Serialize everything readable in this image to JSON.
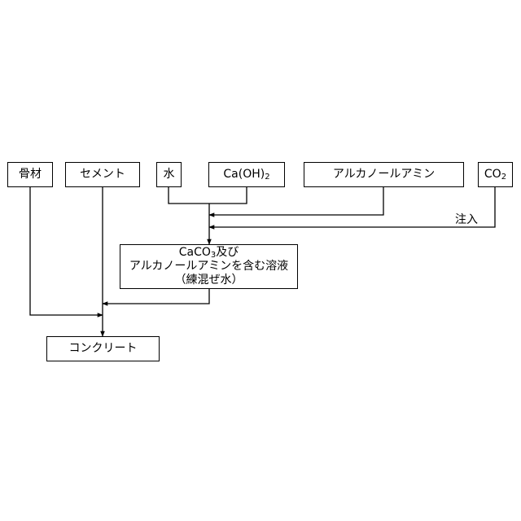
{
  "nodes": {
    "aggregate": "骨材",
    "cement": "セメント",
    "water": "水",
    "caoh2": {
      "pre": "Ca(OH)",
      "sub": "2",
      "post": ""
    },
    "alkanolamine": "アルカノールアミン",
    "co2": {
      "pre": "CO",
      "sub": "2",
      "post": ""
    },
    "mix_water": {
      "line1": {
        "pre": "CaCO",
        "sub": "3",
        "post": "及び"
      },
      "line2": "アルカノールアミンを含む溶液",
      "line3": "（練混ぜ水）"
    },
    "concrete": "コンクリート"
  },
  "edge_labels": {
    "injection": "注入"
  }
}
